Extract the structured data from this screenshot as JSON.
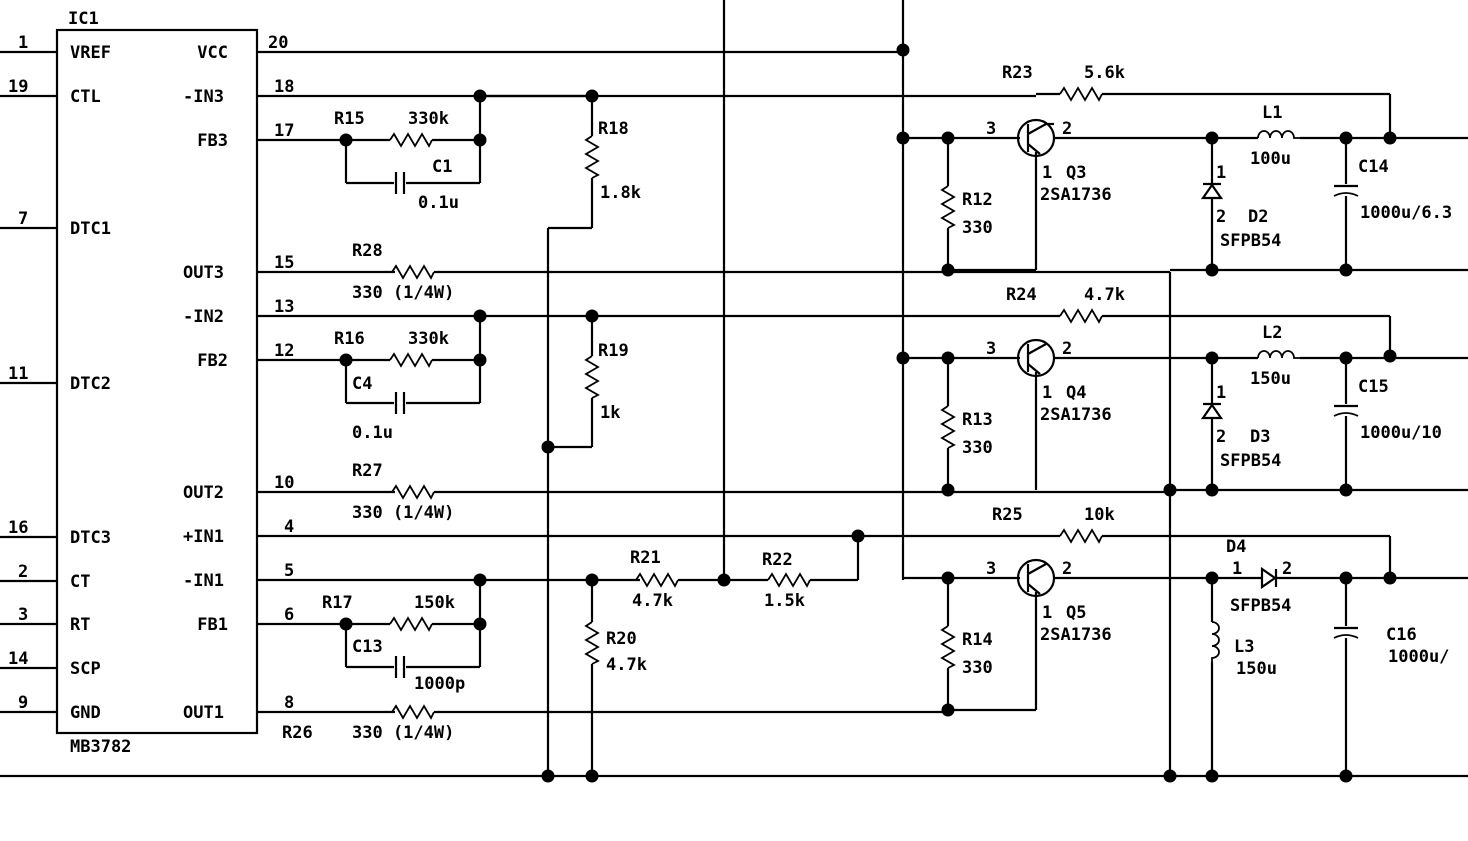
{
  "ic": {
    "name": "IC1",
    "part": "MB3782",
    "left_pins": [
      {
        "num": "1",
        "label": "VREF"
      },
      {
        "num": "19",
        "label": "CTL"
      },
      {
        "num": "7",
        "label": "DTC1"
      },
      {
        "num": "11",
        "label": "DTC2"
      },
      {
        "num": "16",
        "label": "DTC3"
      },
      {
        "num": "2",
        "label": "CT"
      },
      {
        "num": "3",
        "label": "RT"
      },
      {
        "num": "14",
        "label": "SCP"
      },
      {
        "num": "9",
        "label": "GND"
      }
    ],
    "right_pins": [
      {
        "num": "20",
        "label": "VCC"
      },
      {
        "num": "18",
        "label": "-IN3"
      },
      {
        "num": "17",
        "label": "FB3"
      },
      {
        "num": "15",
        "label": "OUT3"
      },
      {
        "num": "13",
        "label": "-IN2"
      },
      {
        "num": "12",
        "label": "FB2"
      },
      {
        "num": "10",
        "label": "OUT2"
      },
      {
        "num": "4",
        "label": "+IN1"
      },
      {
        "num": "5",
        "label": "-IN1"
      },
      {
        "num": "6",
        "label": "FB1"
      },
      {
        "num": "8",
        "label": "OUT1"
      }
    ]
  },
  "components": {
    "r15": {
      "ref": "R15",
      "value": "330k"
    },
    "c1": {
      "ref": "C1",
      "value": "0.1u"
    },
    "r18": {
      "ref": "R18",
      "value": "1.8k"
    },
    "r28_top": {
      "ref": "R28",
      "value": "330 (1/4W)"
    },
    "r16": {
      "ref": "R16",
      "value": "330k"
    },
    "c4": {
      "ref": "C4",
      "value": "0.1u"
    },
    "r19": {
      "ref": "R19",
      "value": "1k"
    },
    "r27": {
      "ref": "R27",
      "value": "330 (1/4W)"
    },
    "r17": {
      "ref": "R17",
      "value": "150k"
    },
    "c13": {
      "ref": "C13",
      "value": "1000p"
    },
    "r26": {
      "ref": "R26",
      "value": "330 (1/4W)"
    },
    "r21": {
      "ref": "R21",
      "value": "4.7k"
    },
    "r22": {
      "ref": "R22",
      "value": "1.5k"
    },
    "r20": {
      "ref": "R20",
      "value": "4.7k"
    },
    "r23": {
      "ref": "R23",
      "value": "5.6k"
    },
    "r24": {
      "ref": "R24",
      "value": "4.7k"
    },
    "r25": {
      "ref": "R25",
      "value": "10k"
    },
    "r12": {
      "ref": "R12",
      "value": "330"
    },
    "r13": {
      "ref": "R13",
      "value": "330"
    },
    "r14": {
      "ref": "R14",
      "value": "330"
    },
    "q3": {
      "ref": "Q3",
      "part": "2SA1736"
    },
    "q4": {
      "ref": "Q4",
      "part": "2SA1736"
    },
    "q5": {
      "ref": "Q5",
      "part": "2SA1736"
    },
    "l1": {
      "ref": "L1",
      "value": "100u"
    },
    "l2": {
      "ref": "L2",
      "value": "150u"
    },
    "l3": {
      "ref": "L3",
      "value": "150u"
    },
    "d2": {
      "ref": "D2",
      "part": "SFPB54"
    },
    "d3": {
      "ref": "D3",
      "part": "SFPB54"
    },
    "d4": {
      "ref": "D4",
      "part": "SFPB54"
    },
    "c14": {
      "ref": "C14",
      "value": "1000u/6.3"
    },
    "c15": {
      "ref": "C15",
      "value": "1000u/10"
    },
    "c16": {
      "ref": "C16",
      "value": "1000u/"
    }
  },
  "pin_marks": {
    "p1": "1",
    "p2": "2",
    "p3": "3"
  }
}
